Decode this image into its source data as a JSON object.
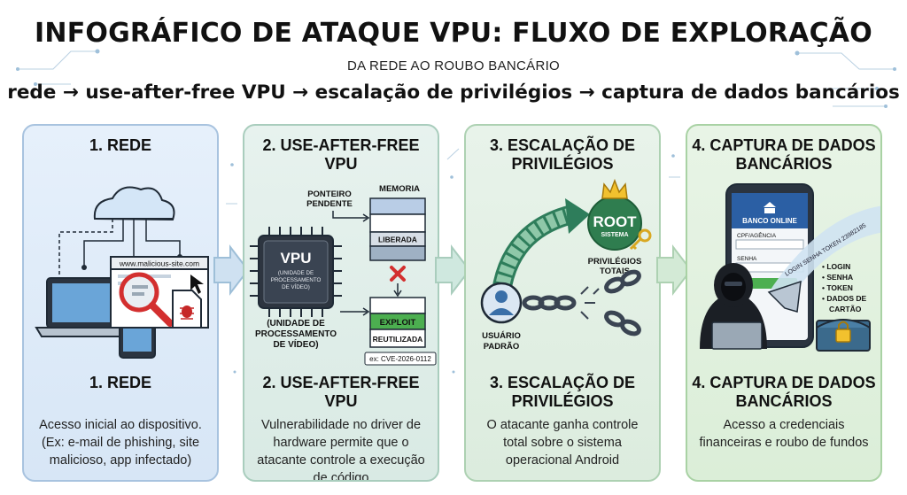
{
  "header": {
    "title": "INFOGRÁFICO DE ATAQUE VPU: FLUXO DE EXPLORAÇÃO",
    "subtitle": "DA REDE AO ROUBO BANCÁRIO",
    "flow": "rede → use-after-free VPU → escalação de privilégios → captura de dados bancários"
  },
  "steps": [
    {
      "heading": "1. REDE",
      "heading_bottom": "1. REDE",
      "description": "Acesso inicial ao dispositivo. (Ex: e-mail de phishing, site malicioso, app infectado)",
      "art": {
        "url_label": "www.malicious-site.com"
      }
    },
    {
      "heading": "2. USE-AFTER-FREE VPU",
      "heading_bottom": "2. USE-AFTER-FREE VPU",
      "description": "Vulnerabilidade no driver de hardware permite que o atacante controle a execução de código",
      "art": {
        "chip_title": "VPU",
        "chip_sub": "(UNIDADE DE PROCESSAMENTO DE VÍDEO)",
        "pointer_label": "PONTEIRO PENDENTE",
        "memory_label": "MEMORIA",
        "freed_label": "LIBERADA",
        "exploit_label": "EXPLOIT",
        "reused_label": "REUTILIZADA",
        "caption": "(UNIDADE DE PROCESSAMENTO DE VÍDEO)",
        "cve": "ex: CVE-2026-0112"
      }
    },
    {
      "heading": "3. ESCALAÇÃO DE PRIVILÉGIOS",
      "heading_bottom": "3. ESCALAÇÃO DE PRIVILÉGIOS",
      "description": "O atacante ganha controle total sobre o sistema operacional Android",
      "art": {
        "root_label": "ROOT",
        "root_sub": "SISTEMA",
        "total_label": "PRIVILÉGIOS TOTAIS",
        "user_label": "USUÁRIO PADRÃO"
      }
    },
    {
      "heading": "4. CAPTURA DE DADOS BANCÁRIOS",
      "heading_bottom": "4. CAPTURA DE DADOS BANCÁRIOS",
      "description": "Acesso a credenciais financeiras e roubo de fundos",
      "art": {
        "bank_title": "BANCO ONLINE",
        "field1": "CPF/AGÊNCIA",
        "field2": "SENHA",
        "stream_text": "LOGIN SENHA TOKEN 23982185",
        "list": [
          "• LOGIN",
          "• SENHA",
          "• TOKEN",
          "• DADOS DE",
          "CARTÃO"
        ]
      }
    }
  ]
}
